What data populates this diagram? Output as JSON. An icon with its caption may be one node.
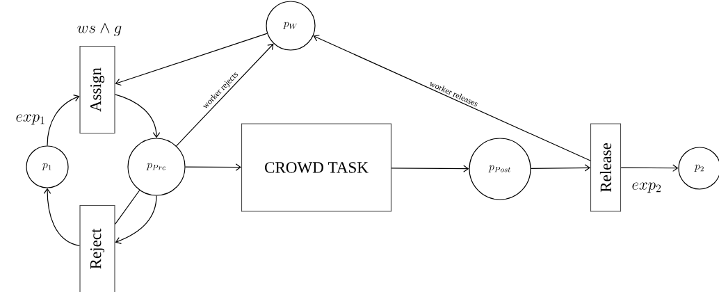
{
  "diagram": {
    "nodes": [
      {
        "text": [
          "p_1"
        ]
      },
      {
        "text": [
          "Assign"
        ],
        "beside": [
          "ws \\wedge g"
        ]
      },
      {
        "text": [
          "Reject"
        ]
      },
      {
        "text": [
          "p_{Pre}"
        ]
      },
      {
        "text": [
          "p_W"
        ]
      },
      {
        "text": [
          "CROWD TASK"
        ]
      },
      {
        "text": [
          "p_{Post}"
        ]
      },
      {
        "text": [
          "Release"
        ]
      },
      {
        "text": [
          "p_2"
        ]
      }
    ],
    "edges": [
      {
        "from": 0,
        "to": 1,
        "arrow": "to",
        "label": "exp_1"
      },
      {
        "from": 2,
        "to": 0,
        "arrow": "to"
      },
      {
        "from": 1,
        "to": 3,
        "arrow": "to"
      },
      {
        "from": 3,
        "to": 2,
        "arrow": "to"
      },
      {
        "from": 3,
        "to": 2,
        "arrow": "none"
      },
      {
        "from": 4,
        "to": 1,
        "arrow": "to"
      },
      {
        "from": 3,
        "to": 4,
        "arrow": "to",
        "label": "worker rejects"
      },
      {
        "from": 3,
        "to": 5,
        "arrow": "to"
      },
      {
        "from": 5,
        "to": 6,
        "arrow": "to"
      },
      {
        "from": 6,
        "to": 7,
        "arrow": "to"
      },
      {
        "from": 7,
        "to": 4,
        "arrow": "to",
        "label": "worker releases"
      },
      {
        "from": 7,
        "to": 8,
        "arrow": "to",
        "label": "exp_2"
      }
    ]
  }
}
